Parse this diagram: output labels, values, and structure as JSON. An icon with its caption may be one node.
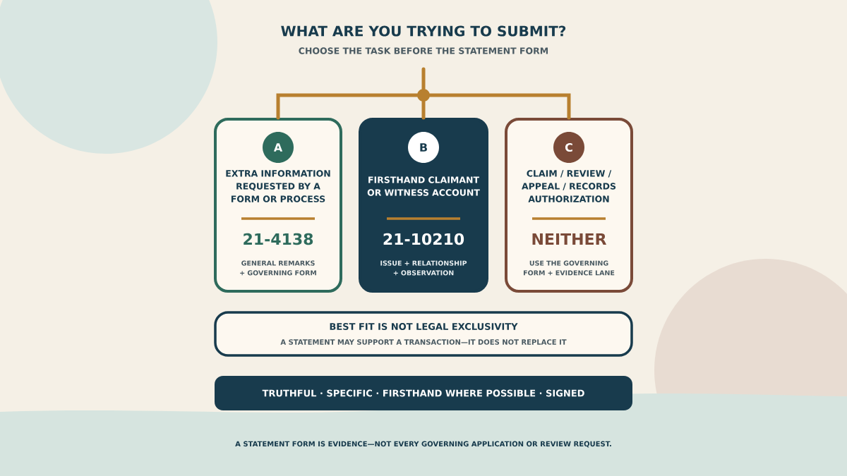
{
  "diagram": {
    "title": "WHAT ARE YOU TRYING TO SUBMIT?",
    "caption": "A STATEMENT FORM IS EVIDENCE—NOT EVERY GOVERNING APPLICATION OR REVIEW REQUEST.",
    "nodes": [
      {
        "text": [],
        "shape": "circle"
      },
      {
        "text": [
          "EXTRA INFORMATION REQUESTED BY A FORM OR PROCESS",
          "21-4138",
          "GENERAL REMARKS + GOVERNING FORM"
        ]
      },
      {
        "text": [
          "A"
        ],
        "in": 1
      },
      {
        "text": [
          "FIRSTHAND CLAIMANT OR WITNESS ACCOUNT",
          "21-10210",
          "ISSUE + RELATIONSHIP + OBSERVATION"
        ]
      },
      {
        "text": [
          "B"
        ],
        "in": 3
      },
      {
        "text": [
          "CLAIM / REVIEW / APPEAL / RECORDS AUTHORIZATION",
          "NEITHER",
          "USE THE GOVERNING FORM + EVIDENCE LANE"
        ]
      },
      {
        "text": [
          "C"
        ],
        "in": 5
      },
      {
        "text": [
          "BEST FIT IS NOT LEGAL EXCLUSIVITY",
          "A STATEMENT MAY SUPPORT A TRANSACTION—IT DOES NOT REPLACE IT"
        ]
      },
      {
        "text": [
          "TRUTHFUL · SPECIFIC · FIRSTHAND WHERE POSSIBLE · SIGNED"
        ]
      }
    ],
    "edges": [
      {
        "from": null,
        "to": 0,
        "arrow": "none"
      },
      {
        "from": 0,
        "to": 1,
        "arrow": "none"
      },
      {
        "from": 0,
        "to": 3,
        "arrow": "none"
      },
      {
        "from": 0,
        "to": 5,
        "arrow": "none"
      }
    ],
    "labels": [
      "CHOOSE THE TASK BEFORE THE STATEMENT FORM"
    ]
  }
}
